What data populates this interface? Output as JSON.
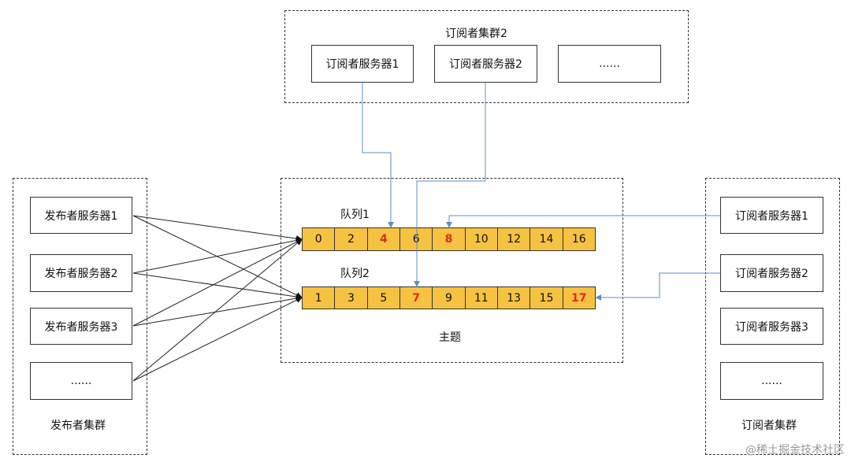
{
  "top_cluster": {
    "title": "订阅者集群2",
    "servers": [
      "订阅者服务器1",
      "订阅者服务器2",
      "......"
    ]
  },
  "publisher_cluster": {
    "title": "发布者集群",
    "servers": [
      "发布者服务器1",
      "发布者服务器2",
      "发布者服务器3",
      "......"
    ]
  },
  "right_cluster": {
    "title": "订阅者集群",
    "servers": [
      "订阅者服务器1",
      "订阅者服务器2",
      "订阅者服务器3",
      "......"
    ]
  },
  "topic": {
    "title": "主题",
    "queues": [
      {
        "name": "队列1",
        "cells": [
          {
            "value": "0",
            "hl": false
          },
          {
            "value": "2",
            "hl": false
          },
          {
            "value": "4",
            "hl": true
          },
          {
            "value": "6",
            "hl": false
          },
          {
            "value": "8",
            "hl": true
          },
          {
            "value": "10",
            "hl": false
          },
          {
            "value": "12",
            "hl": false
          },
          {
            "value": "14",
            "hl": false
          },
          {
            "value": "16",
            "hl": false
          }
        ]
      },
      {
        "name": "队列2",
        "cells": [
          {
            "value": "1",
            "hl": false
          },
          {
            "value": "3",
            "hl": false
          },
          {
            "value": "5",
            "hl": false
          },
          {
            "value": "7",
            "hl": true
          },
          {
            "value": "9",
            "hl": false
          },
          {
            "value": "11",
            "hl": false
          },
          {
            "value": "13",
            "hl": false
          },
          {
            "value": "15",
            "hl": false
          },
          {
            "value": "17",
            "hl": true
          }
        ]
      }
    ]
  },
  "watermark": "@稀土掘金技术社区",
  "colors": {
    "queue_fill": "#f5c242",
    "highlight": "#e02a1f",
    "subscriber_line": "#5b8fc9"
  }
}
